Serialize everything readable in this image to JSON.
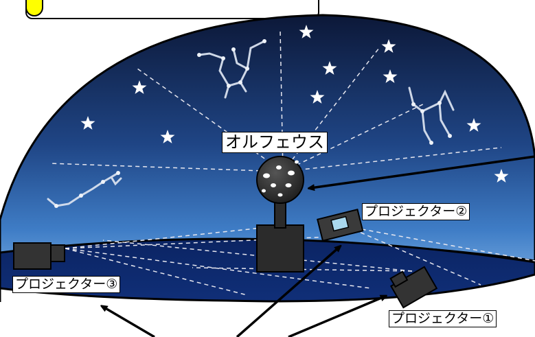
{
  "labels": {
    "orpheus": "オルフェウス",
    "projector_1": "プロジェクター①",
    "projector_2": "プロジェクター②",
    "projector_3": "プロジェクター③"
  },
  "colors": {
    "sky_top": "#0c1838",
    "sky_mid": "#2d5fa8",
    "sky_bottom": "#7fb3e8",
    "floor": "#0d2a6a",
    "device": "#333333",
    "callout_tab": "#ffff00"
  },
  "icons": {
    "stars": "star-icon",
    "constellations": "constellation-icon",
    "orpheus": "planetarium-projector-icon",
    "projectors": "video-projector-icon"
  }
}
